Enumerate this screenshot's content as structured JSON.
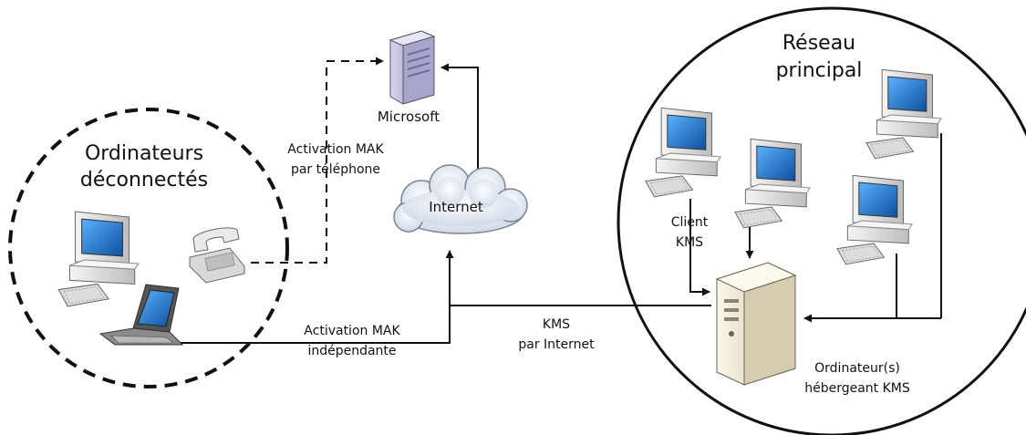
{
  "labels": {
    "microsoft": "Microsoft",
    "disconnected_line1": "Ordinateurs",
    "disconnected_line2": "déconnectés",
    "main_network_line1": "Réseau",
    "main_network_line2": "principal",
    "internet": "Internet",
    "phone_activation_line1": "Activation MAK",
    "phone_activation_line2": "par téléphone",
    "independent_activation_line1": "Activation MAK",
    "independent_activation_line2": "indépendante",
    "kms_internet_line1": "KMS",
    "kms_internet_line2": "par Internet",
    "kms_client_line1": "Client",
    "kms_client_line2": "KMS",
    "kms_host_line1": "Ordinateur(s)",
    "kms_host_line2": "hébergeant KMS"
  },
  "icons": [
    "server-icon",
    "cloud-icon",
    "desktop-computer-icon",
    "laptop-icon",
    "telephone-icon",
    "tower-server-icon"
  ],
  "colors": {
    "line": "#111111",
    "screen": "#1a72c9",
    "case": "#e6e6e6",
    "server": "#b9b9d8",
    "host_server": "#f3ecd8"
  }
}
